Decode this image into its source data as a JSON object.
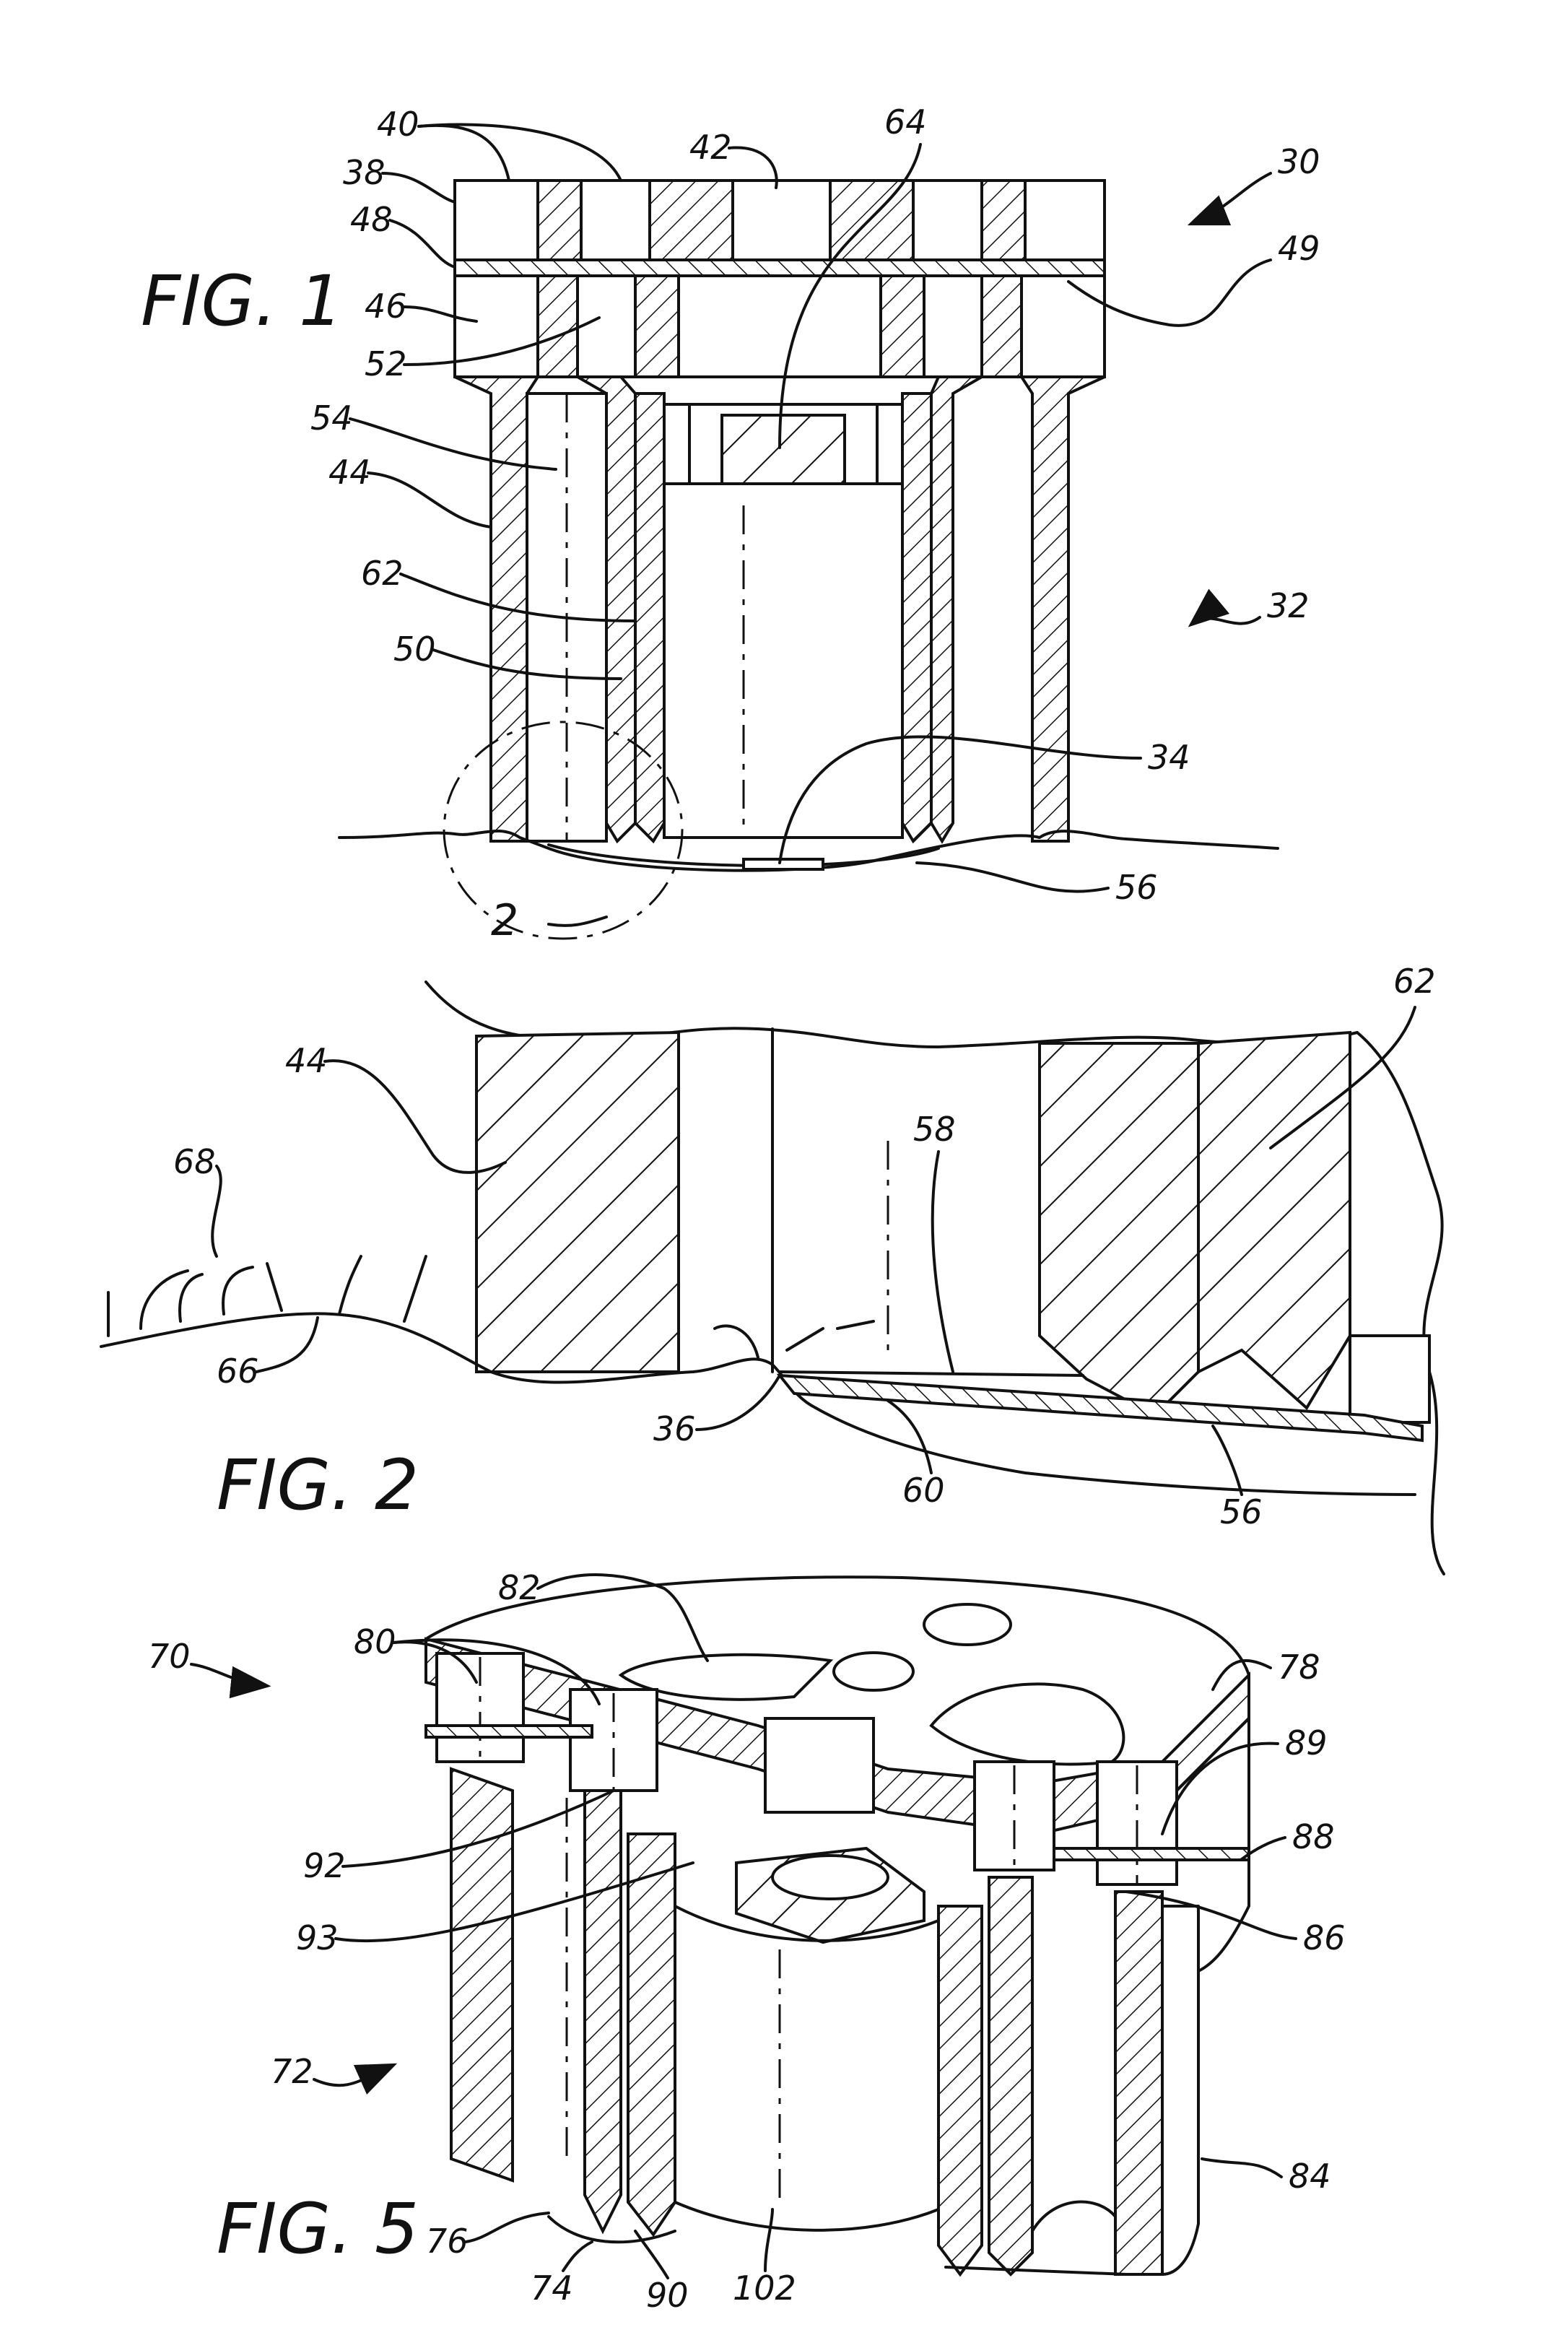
{
  "figures": [
    {
      "id": "fig1",
      "title": "FIG. 1",
      "labels": [
        "40",
        "42",
        "64",
        "38",
        "30",
        "48",
        "49",
        "46",
        "52",
        "54",
        "44",
        "62",
        "32",
        "50",
        "34",
        "2",
        "56"
      ]
    },
    {
      "id": "fig2",
      "title": "FIG. 2",
      "labels": [
        "44",
        "62",
        "68",
        "58",
        "66",
        "36",
        "60",
        "56"
      ]
    },
    {
      "id": "fig5",
      "title": "FIG. 5",
      "labels": [
        "82",
        "80",
        "70",
        "78",
        "89",
        "88",
        "92",
        "93",
        "86",
        "72",
        "84",
        "76",
        "74",
        "90",
        "102"
      ]
    }
  ]
}
